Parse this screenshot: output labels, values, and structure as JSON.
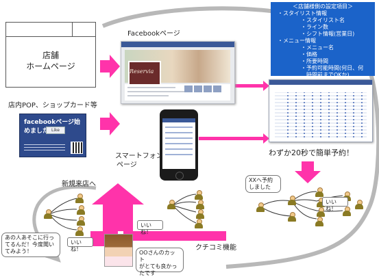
{
  "homepage": {
    "line1": "店舗",
    "line2": "ホームページ"
  },
  "facebook_page": {
    "label": "Facebookページ",
    "brand": "Reservia"
  },
  "pop_card": {
    "label": "店内POP、ショップカード等",
    "card_title": "facebookページ始めました。",
    "like_button": "Like"
  },
  "smartphone": {
    "line1": "スマートフォン",
    "line2": "ページ"
  },
  "booking": {
    "caption": "わずか20秒で簡単予約！"
  },
  "info_box": {
    "lines": [
      "＜店舗様側の設定項目＞",
      "・スタイリスト情報",
      "・スタイリスト名",
      "・ライン数",
      "・シフト情報(営業日)",
      "・メニュー情報",
      "・メニュー名",
      "・価格",
      "・所要時間",
      "・予約可能時間(何日、何",
      "時間前までOKか)"
    ]
  },
  "labels": {
    "new_visit": "新規来店へ",
    "word_of_mouth": "クチコミ機能"
  },
  "bubbles": {
    "left_speech_1": "あの人あそこに行っ",
    "left_speech_2": "てるんだ！今度聞い",
    "left_speech_3": "てみよう！",
    "like_left": "いいね！",
    "like_mid": "いいね！",
    "like_right": "いいね！",
    "reserved_1": "XXへ予約",
    "reserved_2": "しました",
    "review_1": "OOさんのカット",
    "review_2": "がとても良かっ",
    "review_3": "たです"
  },
  "colors": {
    "arrow": "#ff33aa",
    "info_bg": "#1b63c9",
    "loop": "#b8b8b8",
    "facebook": "#3b5998"
  }
}
